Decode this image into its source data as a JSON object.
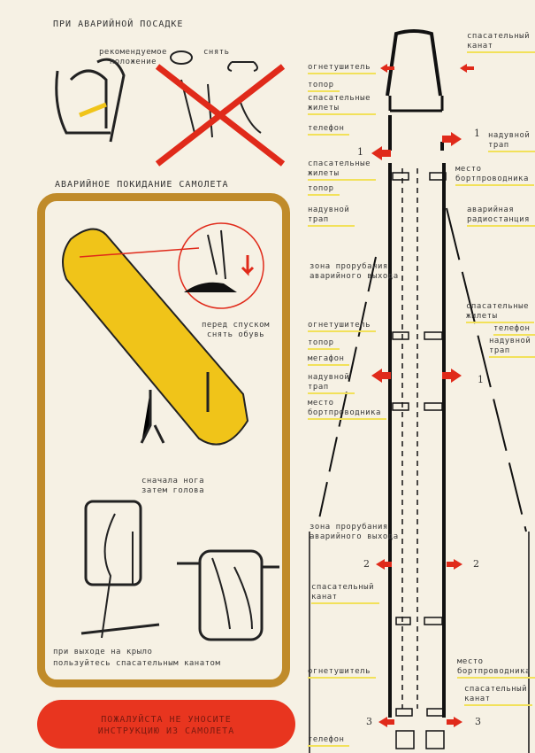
{
  "left": {
    "heading_landing": "ПРИ АВАРИЙНОЙ ПОСАДКЕ",
    "recommended_position": "рекомендуемое\nположение",
    "remove": "снять",
    "heading_evacuation": "АВАРИЙНОЕ ПОКИДАНИЕ САМОЛЕТА",
    "remove_shoes": "перед спуском\nснять обувь",
    "leg_first": "сначала нога\nзатем голова",
    "wing_exit": "при выходе на крыло\nпользуйтесь спасательным канатом",
    "banner": "ПОЖАЛУЙСТА НЕ УНОСИТЕ\nИНСТРУКЦИЮ ИЗ САМОЛЕТА"
  },
  "diagram": {
    "labels": [
      "спасательный\nканат",
      "огнетушитель",
      "топор",
      "спасательные\nжилеты",
      "телефон",
      "надувной\nтрап",
      "спасательные\nжилеты",
      "место\nбортпроводника",
      "топор",
      "аварийная\nрадиостанция",
      "надувной\nтрап",
      "зона прорубания\nаварийного выхода",
      "спасательные\nжилеты",
      "огнетушитель",
      "телефон",
      "топор",
      "надувной\nтрап",
      "мегафон",
      "надувной\nтрап",
      "место\nбортпроводника",
      "зона прорубания\nаварийного выхода",
      "спасательный\nканат",
      "огнетушитель",
      "место\nбортпроводника",
      "спасательный\nканат",
      "телефон"
    ],
    "exit_numbers": [
      "1",
      "1",
      "1",
      "2",
      "2",
      "3",
      "3"
    ],
    "colors": {
      "arrow": "#e02a1a",
      "marker": "#f2e15a",
      "frame": "#c08b2a",
      "slide": "#f0c419"
    }
  }
}
